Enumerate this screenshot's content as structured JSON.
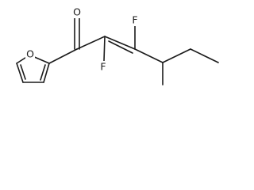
{
  "molecule": {
    "atoms": {
      "ring_oxygen": "O",
      "carbonyl_oxygen": "O",
      "fluorine_upper": "F",
      "fluorine_lower": "F"
    }
  }
}
